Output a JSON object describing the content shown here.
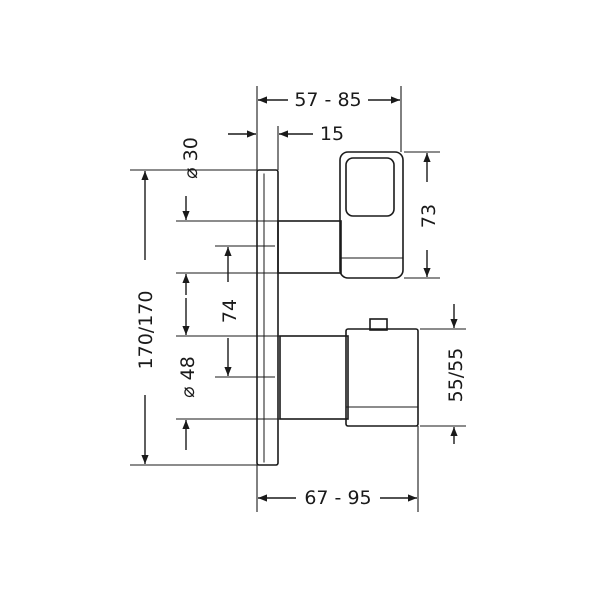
{
  "dimensions": {
    "top_width": "57 - 85",
    "top_offset": "15",
    "diameter_small": "⌀ 30",
    "height_total": "170/170",
    "spacing_upper": "74",
    "diameter_large": "⌀ 48",
    "handle_height": "73",
    "knob_height": "55/55",
    "bottom_width": "67 - 95"
  },
  "colors": {
    "line": "#1a1a1a",
    "background": "#ffffff"
  }
}
